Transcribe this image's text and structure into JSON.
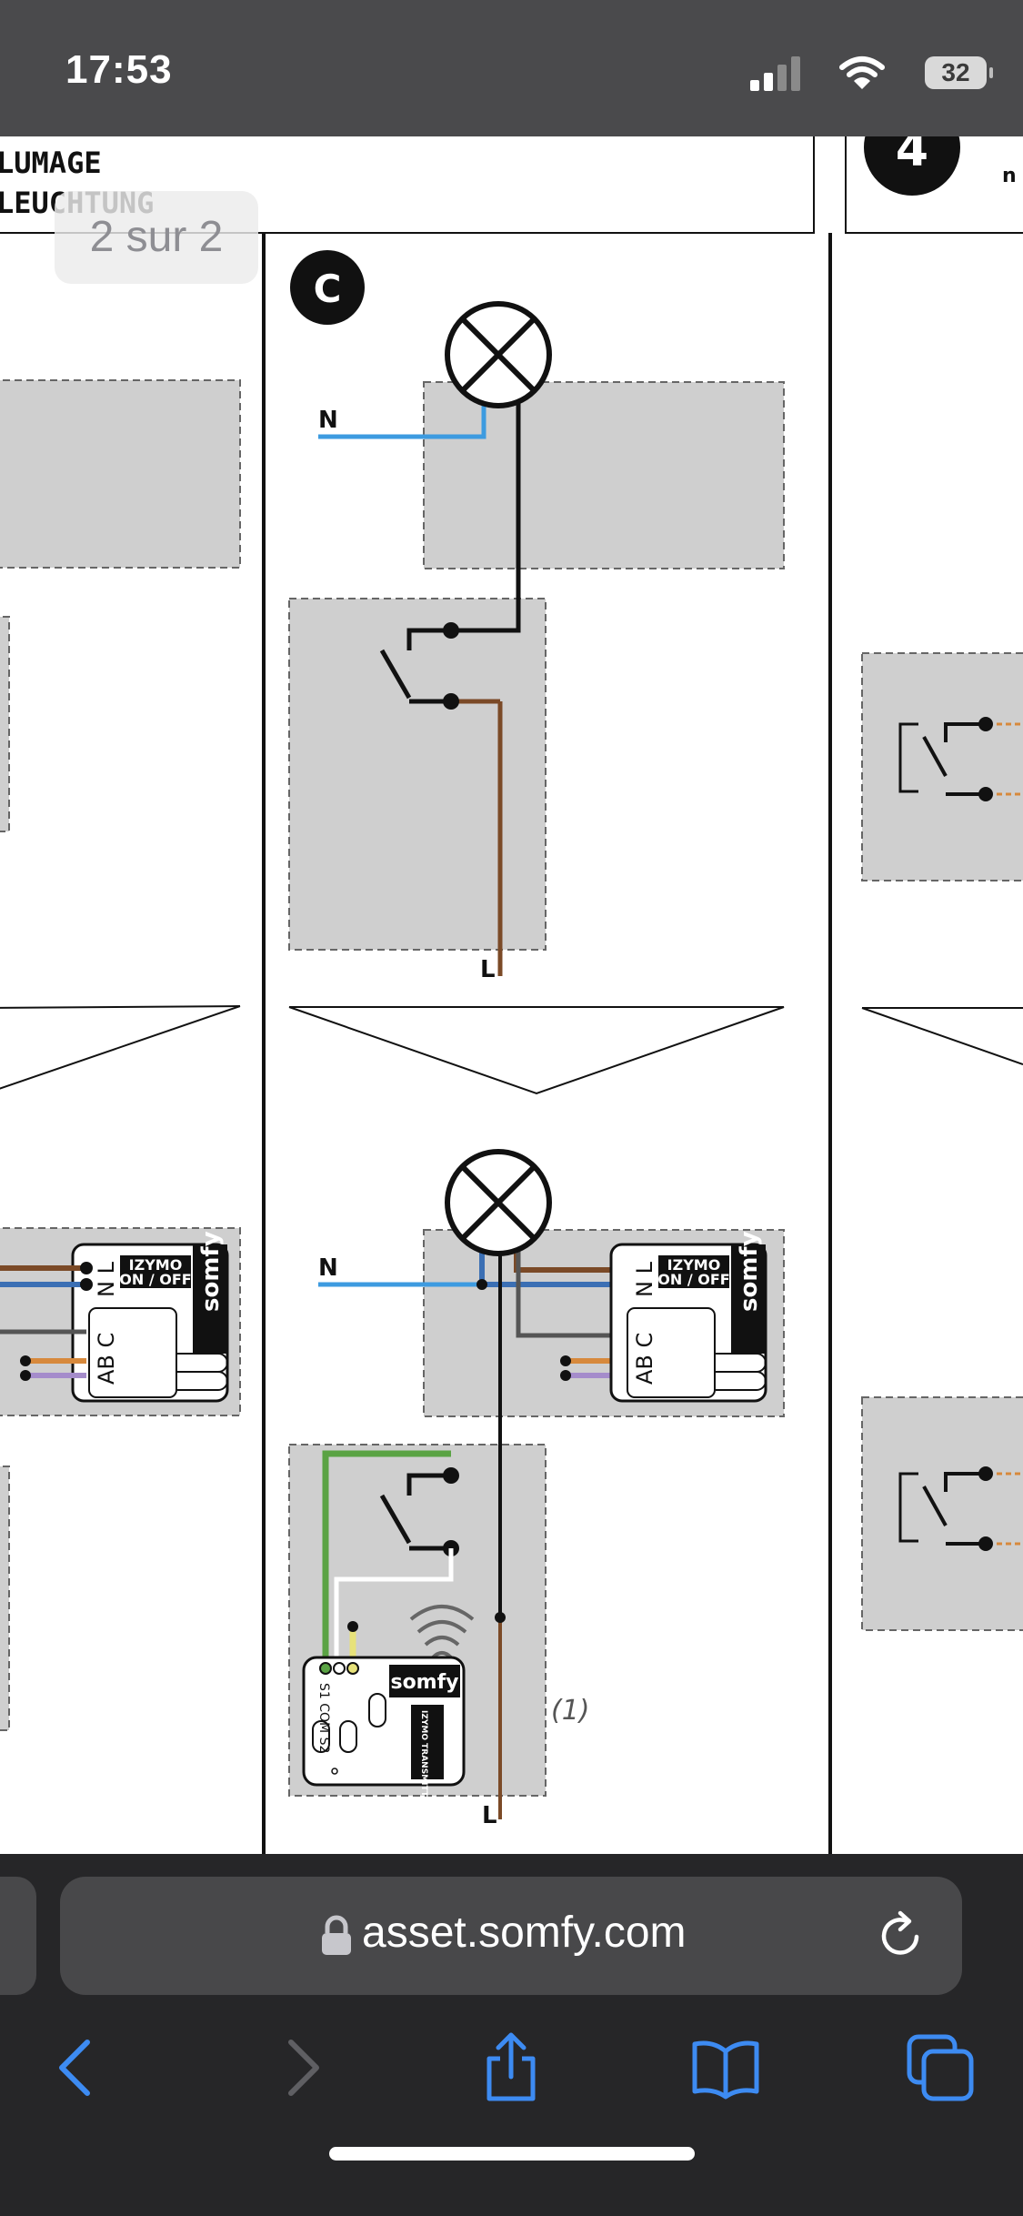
{
  "status_bar": {
    "time": "17:53",
    "battery_level": "32"
  },
  "document": {
    "page_indicator": "2 sur 2",
    "header_lines": [
      "LUMAGE",
      "LEUCHTUNG"
    ],
    "step_number": "4",
    "step_fragment": "n x",
    "panel_c": {
      "letter": "C",
      "neutral_label": "N",
      "live_label": "L",
      "note": "(1)",
      "receiver": {
        "brand": "somfy",
        "model_line1": "IZYMO",
        "model_line2": "ON / OFF",
        "terminals_top": "N L",
        "terminals_bottom": "AB C"
      },
      "transmitter": {
        "brand": "somfy",
        "model": "IZYMO TRANSMITTER",
        "terminals": "S1 COM S2"
      }
    },
    "left_receiver": {
      "brand": "somfy",
      "model_line1": "IZYMO",
      "model_line2": "ON / OFF",
      "terminals_top": "N L",
      "terminals_bottom": "AB C"
    }
  },
  "browser": {
    "url": "asset.somfy.com"
  },
  "colors": {
    "neutral_wire": "#3d9be0",
    "live_wire": "#7b4a27",
    "green_wire": "#5aa344",
    "box_gray": "#cfcfcf",
    "accent_blue": "#3d8bf2"
  }
}
